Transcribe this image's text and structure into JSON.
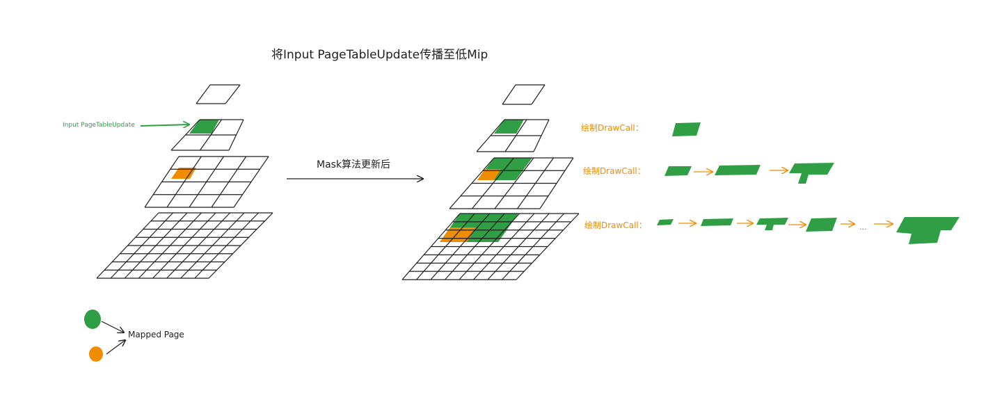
{
  "title": "将Input PageTableUpdate传播至低Mip",
  "input_label": "Input PageTableUpdate",
  "mask_label": "Mask算法更新后",
  "drawcall_labels": [
    "绘制DrawCall：",
    "绘制DrawCall：",
    "绘制DrawCall："
  ],
  "ellipsis": "...",
  "legend_label": "Mapped Page",
  "colors": {
    "green": "#2f9e44",
    "orange": "#f08c00",
    "stroke": "#1e1e1e"
  }
}
